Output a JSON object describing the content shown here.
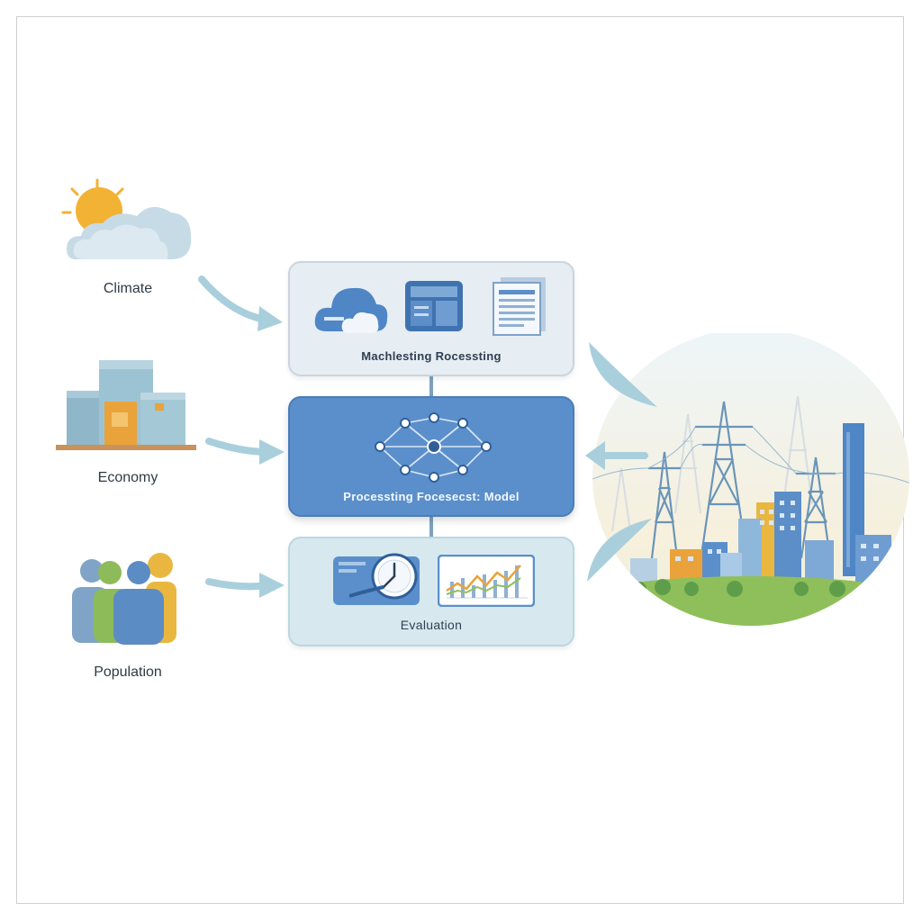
{
  "inputs": {
    "climate": {
      "label": "Climate",
      "icon": "sun-cloud-icon"
    },
    "economy": {
      "label": "Economy",
      "icon": "boxes-icon"
    },
    "population": {
      "label": "Population",
      "icon": "people-icon"
    }
  },
  "pipeline": {
    "stage1": {
      "title": "Machlesting Rocessting",
      "icons": [
        "cloud-icon",
        "server-icon",
        "document-icon"
      ]
    },
    "stage2": {
      "title": "Processting Focesecst: Model",
      "icon": "neural-network-icon"
    },
    "stage3": {
      "title": "Evaluation",
      "icons": [
        "gauge-icon",
        "line-chart-icon"
      ]
    }
  },
  "output": {
    "icon": "power-grid-city-illustration"
  },
  "colors": {
    "accent_blue": "#5b8fcb",
    "light_box": "#e6edf3",
    "eval_box": "#d7e9ef",
    "arrow": "#a9cfdc",
    "sun": "#f2b233",
    "green": "#8fbf5a",
    "orange": "#e9a33a"
  }
}
